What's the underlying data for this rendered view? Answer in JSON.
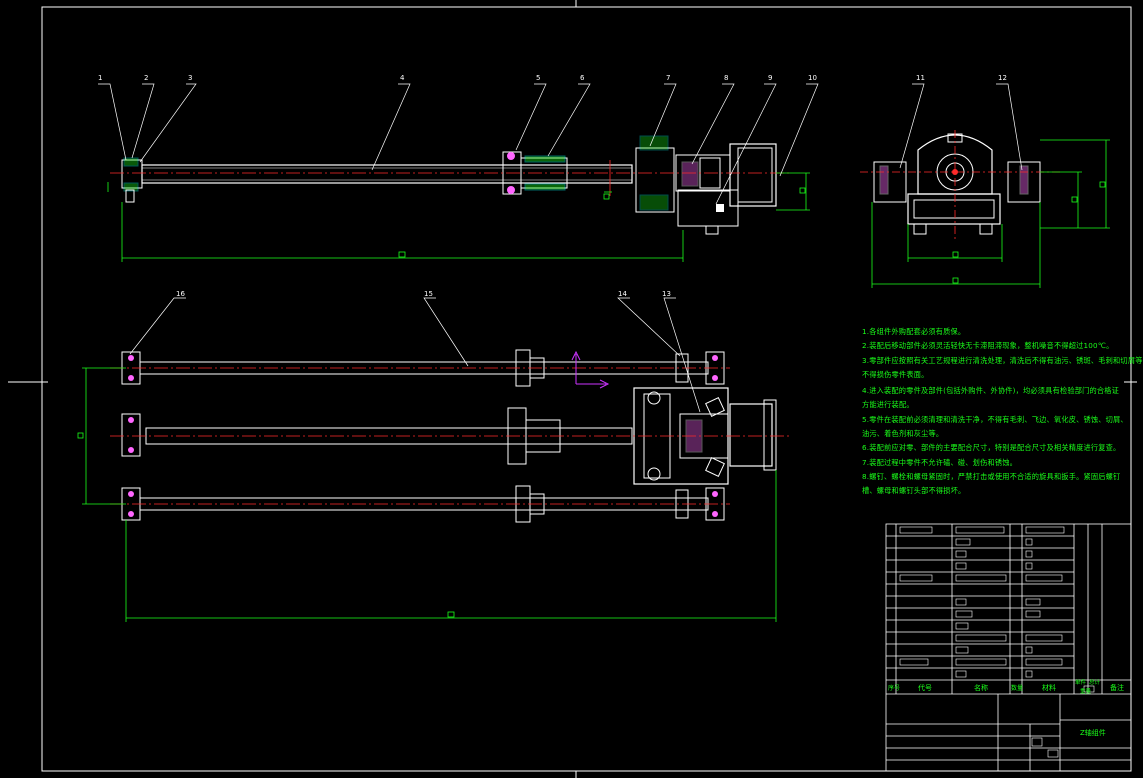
{
  "balloons": [
    "1",
    "2",
    "3",
    "4",
    "5",
    "6",
    "7",
    "8",
    "9",
    "10",
    "11",
    "12",
    "16",
    "15",
    "14",
    "13"
  ],
  "notes": [
    "1.各组件外购配套必须有质保。",
    "2.装配后移动部件必须灵活轻快无卡滞阻滞现象，整机噪音不得超过100℃。",
    "3.零部件应按照有关工艺规程进行清洗处理，清洗后不得有油污、锈斑、毛刺和切屑等",
    "  不得损伤零件表面。",
    "4.进入装配的零件及部件(包括外购件、外协件)，均必须具有检验部门的合格证",
    "  方能进行装配。",
    "5.零件在装配前必须清理和清洗干净，不得有毛刺、飞边、氧化皮、锈蚀、切屑、",
    "  油污、着色剂和灰尘等。",
    "6.装配前应对零、部件的主要配合尺寸，特别是配合尺寸及相关精度进行复查。",
    "7.装配过程中零件不允许磕、碰、划伤和锈蚀。",
    "8.螺钉、螺栓和螺母紧固时，严禁打击或使用不合适的旋具和扳手。紧固后螺钉",
    "  槽、螺母和螺钉头部不得损坏。"
  ],
  "table": {
    "header": [
      "序号",
      "代号",
      "名称",
      "数量",
      "材料",
      "单件",
      "总计",
      "备注"
    ],
    "header_sub": "重量",
    "title": "Z轴组件"
  },
  "colors": {
    "background": "#000000",
    "outline": "#ffffff",
    "dimension": "#1aff1a",
    "centerline": "#ff2a2a",
    "part_fill": "#ff66ff",
    "axis": "#cc33ff",
    "section": "#00ffff"
  }
}
